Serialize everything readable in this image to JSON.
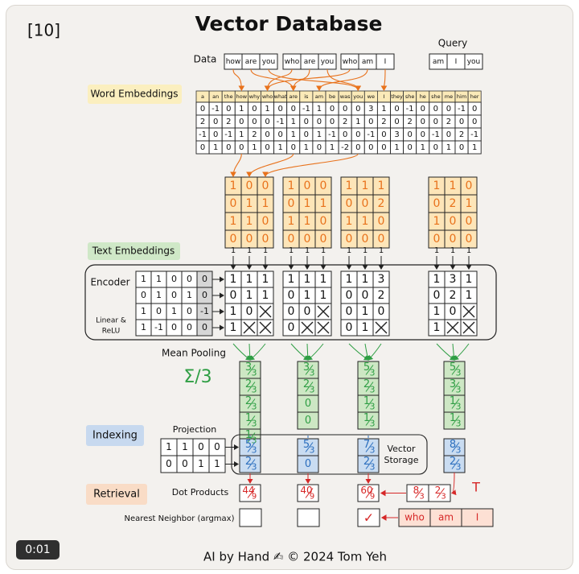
{
  "step": "[10]",
  "title": "Vector Database",
  "labels": {
    "data": "Data",
    "query": "Query",
    "word_embeddings": "Word Embeddings",
    "text_embeddings": "Text Embeddings",
    "encoder": "Encoder",
    "linear_relu": [
      "Linear &",
      "ReLU"
    ],
    "mean_pooling": "Mean Pooling",
    "sum_div": "Σ/3",
    "indexing": "Indexing",
    "projection": "Projection",
    "vector_storage": [
      "Vector",
      "Storage"
    ],
    "retrieval": "Retrieval",
    "dot_products": "Dot Products",
    "nearest_neighbor": "Nearest Neighbor (argmax)",
    "transpose_mark": "T",
    "check_mark": "✓"
  },
  "data_sentences": [
    [
      "how",
      "are",
      "you"
    ],
    [
      "who",
      "are",
      "you"
    ],
    [
      "who",
      "am",
      "I"
    ]
  ],
  "query": [
    "am",
    "I",
    "you"
  ],
  "vocab": [
    "a",
    "an",
    "the",
    "how",
    "why",
    "who",
    "what",
    "are",
    "is",
    "am",
    "be",
    "was",
    "you",
    "we",
    "I",
    "they",
    "she",
    "he",
    "she",
    "me",
    "him",
    "her"
  ],
  "word_embedding_matrix": [
    [
      "0",
      "-1",
      "0",
      "1",
      "0",
      "1",
      "0",
      "0",
      "-1",
      "1",
      "0",
      "0",
      "0",
      "3",
      "1",
      "0",
      "-1",
      "0",
      "0",
      "0",
      "-1",
      "0"
    ],
    [
      "2",
      "0",
      "2",
      "0",
      "0",
      "0",
      "-1",
      "1",
      "0",
      "0",
      "0",
      "2",
      "1",
      "0",
      "2",
      "0",
      "2",
      "0",
      "0",
      "2",
      "0",
      "0"
    ],
    [
      "-1",
      "0",
      "-1",
      "1",
      "2",
      "0",
      "0",
      "1",
      "0",
      "1",
      "-1",
      "0",
      "0",
      "-1",
      "0",
      "3",
      "0",
      "0",
      "-1",
      "0",
      "2",
      "-1"
    ],
    [
      "0",
      "1",
      "0",
      "0",
      "1",
      "0",
      "1",
      "0",
      "1",
      "0",
      "1",
      "-2",
      "0",
      "0",
      "0",
      "1",
      "0",
      "1",
      "0",
      "1",
      "0",
      "1"
    ]
  ],
  "text_embeddings": [
    [
      [
        "1",
        "0",
        "0"
      ],
      [
        "0",
        "1",
        "1"
      ],
      [
        "1",
        "1",
        "0"
      ],
      [
        "0",
        "0",
        "0"
      ]
    ],
    [
      [
        "1",
        "0",
        "0"
      ],
      [
        "0",
        "1",
        "1"
      ],
      [
        "1",
        "1",
        "0"
      ],
      [
        "0",
        "0",
        "0"
      ]
    ],
    [
      [
        "1",
        "1",
        "1"
      ],
      [
        "0",
        "0",
        "2"
      ],
      [
        "1",
        "1",
        "0"
      ],
      [
        "0",
        "0",
        "0"
      ]
    ],
    [
      [
        "1",
        "1",
        "0"
      ],
      [
        "0",
        "2",
        "1"
      ],
      [
        "1",
        "0",
        "0"
      ],
      [
        "0",
        "0",
        "0"
      ]
    ]
  ],
  "bias_ones": [
    "1",
    "1",
    "1"
  ],
  "encoder_weights": [
    [
      "1",
      "1",
      "0",
      "0",
      "0"
    ],
    [
      "0",
      "1",
      "0",
      "1",
      "0"
    ],
    [
      "1",
      "0",
      "1",
      "0",
      "-1"
    ],
    [
      "1",
      "-1",
      "0",
      "0",
      "0"
    ]
  ],
  "encoded": [
    [
      [
        "1",
        "1",
        "1"
      ],
      [
        "0",
        "1",
        "1"
      ],
      [
        "1",
        "0",
        "✗"
      ],
      [
        "1",
        "✗",
        "✗"
      ]
    ],
    [
      [
        "1",
        "1",
        "1"
      ],
      [
        "0",
        "1",
        "1"
      ],
      [
        "0",
        "0",
        "✗"
      ],
      [
        "0",
        "✗",
        "✗"
      ]
    ],
    [
      [
        "1",
        "1",
        "3"
      ],
      [
        "0",
        "0",
        "2"
      ],
      [
        "0",
        "1",
        "0"
      ],
      [
        "0",
        "1",
        "✗"
      ]
    ],
    [
      [
        "1",
        "3",
        "1"
      ],
      [
        "0",
        "2",
        "1"
      ],
      [
        "1",
        "0",
        "✗"
      ],
      [
        "1",
        "✗",
        "✗"
      ]
    ]
  ],
  "pooled": [
    [
      "3/3",
      "2/3",
      "2/3",
      "1/3",
      "1/3"
    ],
    [
      "3/3",
      "2/3",
      "0",
      "0"
    ],
    [
      "5/3",
      "2/3",
      "1/3",
      "1/3"
    ],
    [
      "5/3",
      "3/3",
      "1/3",
      "1/3"
    ]
  ],
  "projection_weights": [
    [
      "1",
      "1",
      "0",
      "0"
    ],
    [
      "0",
      "0",
      "1",
      "1"
    ]
  ],
  "stored_vectors": [
    [
      "5/3",
      "2/3"
    ],
    [
      "5/3",
      "0"
    ],
    [
      "7/3",
      "2/3"
    ]
  ],
  "query_vector": [
    "8/3",
    "2/3"
  ],
  "query_transposed": [
    "8/3",
    "2/3"
  ],
  "dot_products": [
    "44/9",
    "40/9",
    "60/9"
  ],
  "nearest_result": [
    "who",
    "am",
    "I"
  ],
  "footer": "AI by Hand ✍ © 2024 Tom Yeh",
  "timestamp": "0:01",
  "colors": {
    "word_emb_header": "#fbeab8",
    "text_emb_fill": "#fde5b8",
    "pool_fill": "#cde7c4",
    "vector_fill": "#c9dcf1",
    "indexing_label": "#c7d9ef",
    "retrieval_label": "#f9dcc6",
    "word_label": "#fbefbf",
    "text_label": "#cfe8c7",
    "orange": "#e8721c",
    "green": "#2f9e44",
    "blue": "#2c6fbe",
    "red": "#d62828"
  }
}
